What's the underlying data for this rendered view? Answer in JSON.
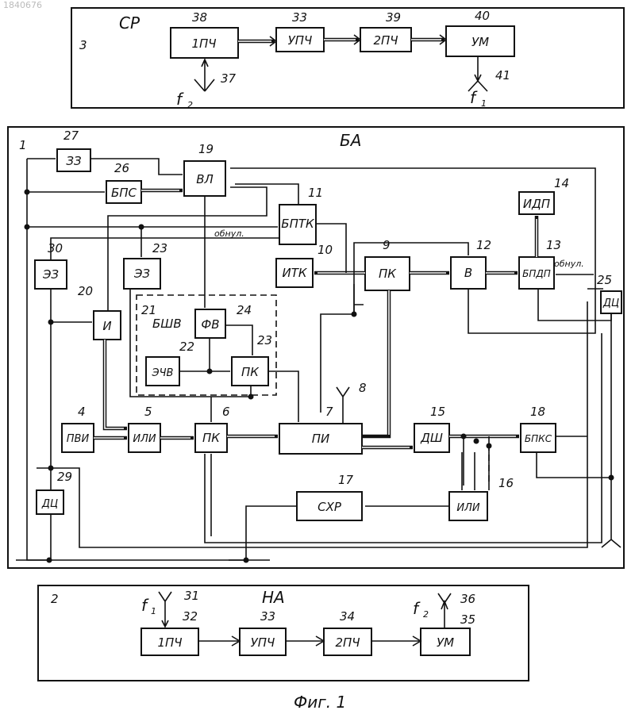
{
  "corner_code": "1840676",
  "caption": "Фиг. 1",
  "panels": {
    "sr": {
      "title": "СР",
      "number": "3"
    },
    "ba": {
      "title": "БА",
      "number": "1"
    },
    "na": {
      "title": "НА",
      "number": "2"
    }
  },
  "blocks": {
    "sr_1pch": {
      "label": "1ПЧ",
      "number": "38"
    },
    "sr_upch": {
      "label": "УПЧ",
      "number": "33"
    },
    "sr_2pch": {
      "label": "2ПЧ",
      "number": "39"
    },
    "sr_um": {
      "label": "УМ",
      "number": "40"
    },
    "b27": {
      "label": "ЗЗ",
      "number": "27"
    },
    "b26": {
      "label": "БПС",
      "number": "26"
    },
    "b19": {
      "label": "ВЛ",
      "number": "19"
    },
    "b11": {
      "label": "БПТК",
      "number": "11"
    },
    "b14": {
      "label": "ИДП",
      "number": "14"
    },
    "b30": {
      "label": "ЭЗ",
      "number": "30"
    },
    "b23": {
      "label": "ЭЗ",
      "number": "23"
    },
    "b10": {
      "label": "ИТК",
      "number": "10"
    },
    "b9": {
      "label": "ПК",
      "number": "9"
    },
    "b12": {
      "label": "В",
      "number": "12"
    },
    "b13": {
      "label": "БПДП",
      "number": "13"
    },
    "b25": {
      "label": "ДЦ",
      "number": "25"
    },
    "b20": {
      "label": "И",
      "number": "20"
    },
    "b24": {
      "label": "ФВ",
      "number": "24"
    },
    "b22": {
      "label": "ЭЧВ",
      "number": "22"
    },
    "b23b": {
      "label": "ПК",
      "number": "23"
    },
    "b4": {
      "label": "ПВИ",
      "number": "4"
    },
    "b5": {
      "label": "ИЛИ",
      "number": "5"
    },
    "b6": {
      "label": "ПК",
      "number": "6"
    },
    "b7": {
      "label": "ПИ",
      "number": "7"
    },
    "b15": {
      "label": "ДШ",
      "number": "15"
    },
    "b18": {
      "label": "БПКС",
      "number": "18"
    },
    "b29": {
      "label": "ДЦ",
      "number": "29"
    },
    "b17": {
      "label": "СХР",
      "number": "17"
    },
    "b16": {
      "label": "ИЛИ",
      "number": "16"
    },
    "na_1pch": {
      "label": "1ПЧ",
      "number": "32"
    },
    "na_upch": {
      "label": "УПЧ",
      "number": "33"
    },
    "na_2pch": {
      "label": "2ПЧ",
      "number": "34"
    },
    "na_um": {
      "label": "УМ",
      "number": "35"
    }
  },
  "subsystem_21": {
    "label": "БШВ",
    "number": "21"
  },
  "annotations": {
    "reset_11": "обнул.",
    "reset_13": "обнул."
  },
  "antennas": {
    "a37": {
      "number": "37",
      "freq": "f",
      "sub": "2"
    },
    "a41": {
      "number": "41",
      "freq": "f",
      "sub": "1"
    },
    "a8": {
      "number": "8"
    },
    "a31": {
      "number": "31",
      "freq": "f",
      "sub": "1"
    },
    "a36": {
      "number": "36",
      "freq": "f",
      "sub": "2"
    }
  }
}
